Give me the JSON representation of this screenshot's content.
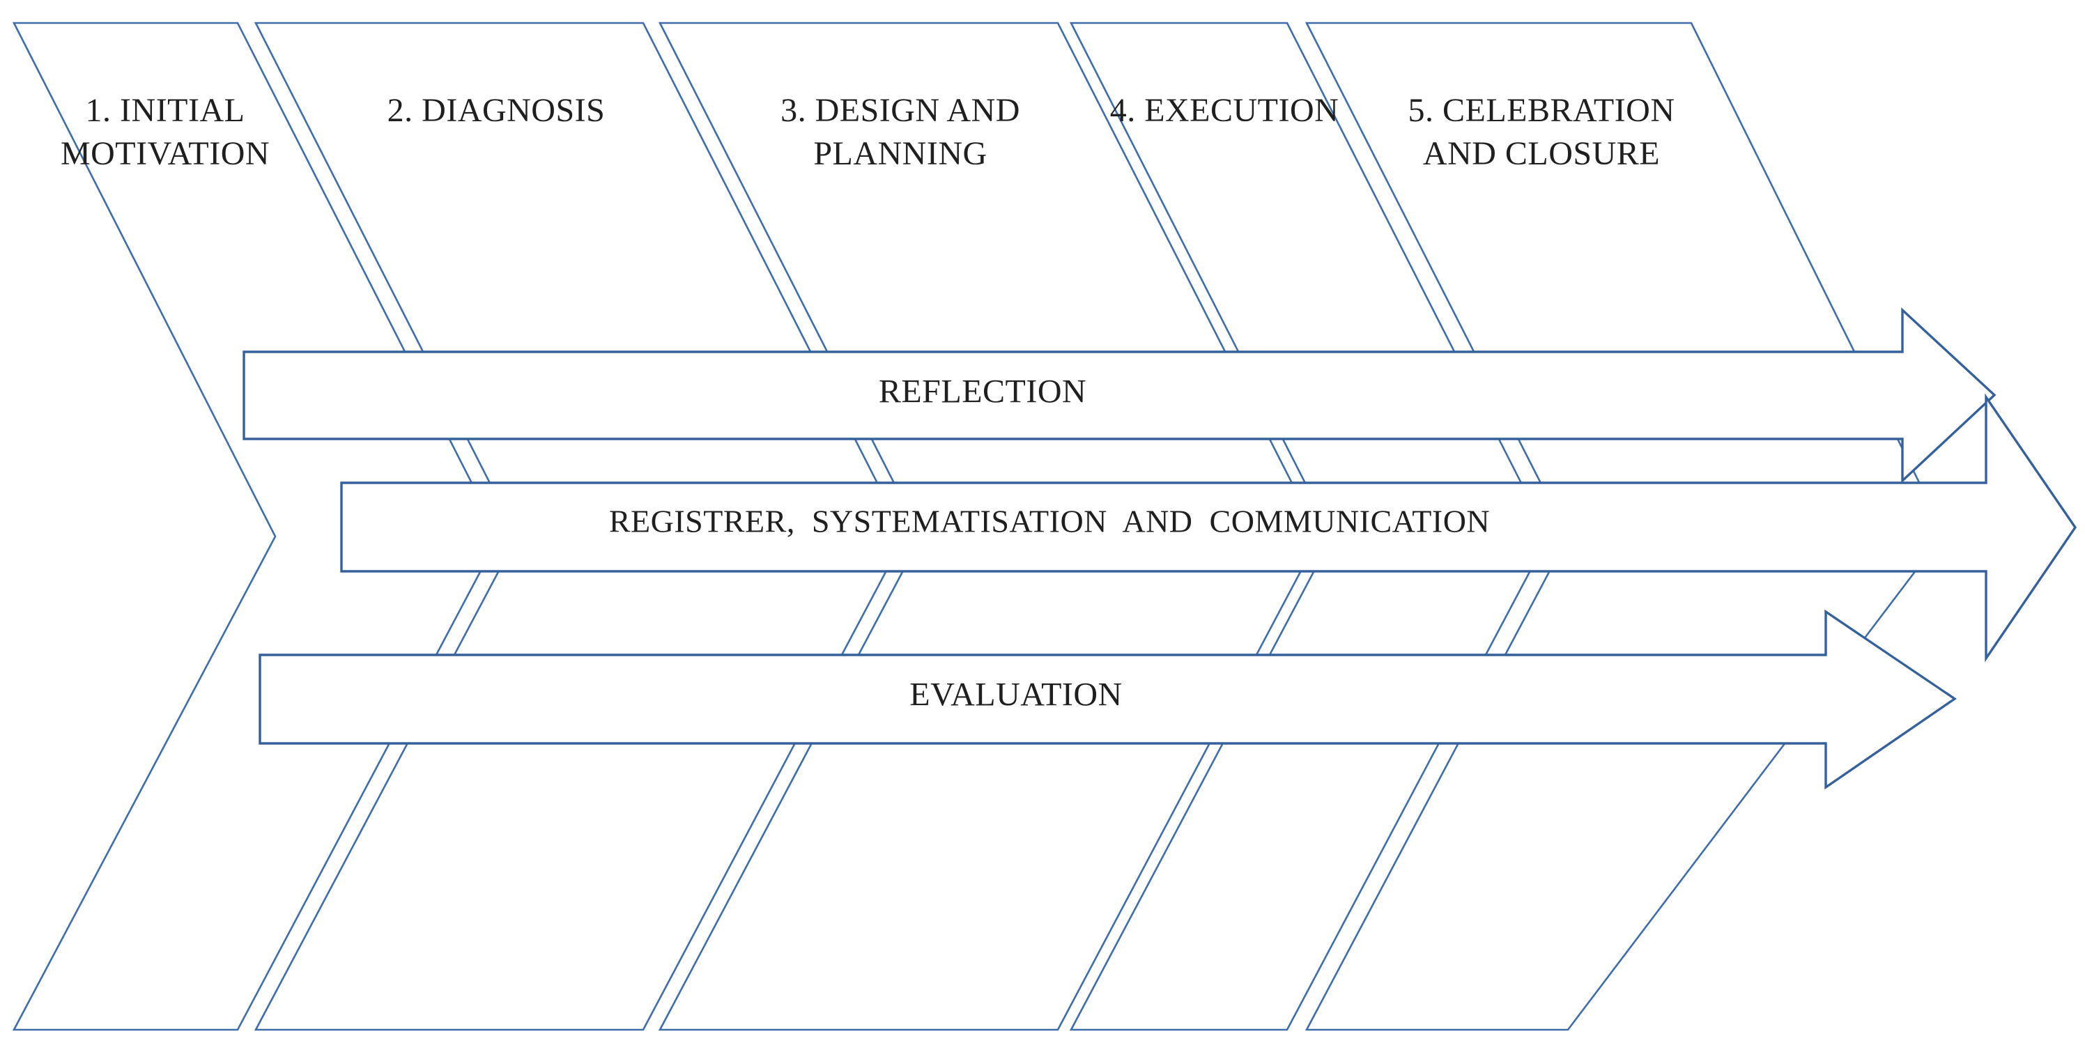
{
  "diagram": {
    "phases": [
      {
        "label": "1. INITIAL MOTIVATION",
        "line1": "1. INITIAL",
        "line2": "MOTIVATION"
      },
      {
        "label": "2. DIAGNOSIS",
        "line1": "2. DIAGNOSIS",
        "line2": ""
      },
      {
        "label": "3. DESIGN AND PLANNING",
        "line1": "3. DESIGN  AND",
        "line2": "PLANNING"
      },
      {
        "label": "4. EXECUTION",
        "line1": "4. EXECUTION",
        "line2": ""
      },
      {
        "label": "5. CELEBRATION AND CLOSURE",
        "line1": "5. CELEBRATION",
        "line2": "AND CLOSURE"
      }
    ],
    "arrows": [
      {
        "label": "REFLECTION"
      },
      {
        "label": "REGISTRER, SYSTEMATISATION  AND  COMMUNICATION"
      },
      {
        "label": "EVALUATION"
      }
    ],
    "colors": {
      "outline": "#3f6daa",
      "arrow_outline": "#35619b",
      "text": "#1f1f1f",
      "background": "#ffffff"
    }
  }
}
